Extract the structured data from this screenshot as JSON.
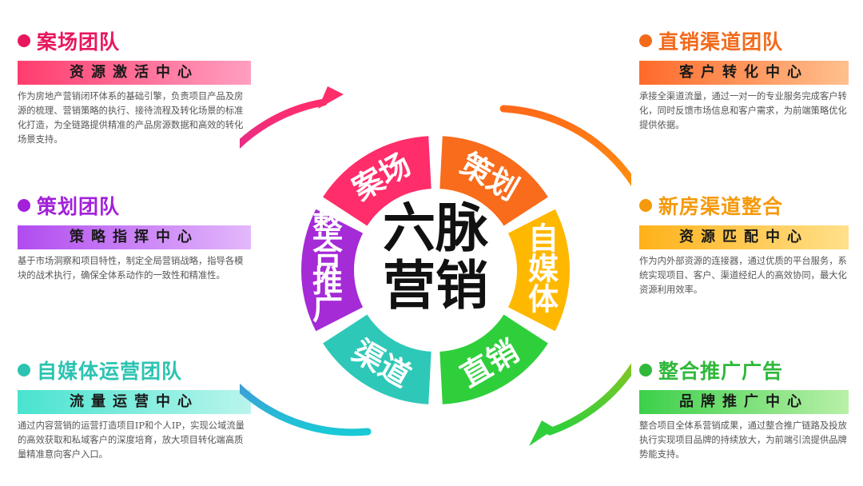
{
  "left_blocks": [
    {
      "title": "案场团队",
      "subtitle": "资源激活中心",
      "color": "#e8175d",
      "dot": "#e8175d",
      "bar": "linear-gradient(90deg,#ff3d6e,#ff9fc0)",
      "desc": "作为房地产营销闭环体系的基础引擎，负责项目产品及房源的梳理、营销策略的执行、接待流程及转化场景的标准化打造，为全链路提供精准的产品房源数据和高效的转化场景支持。"
    },
    {
      "title": "策划团队",
      "subtitle": "策略指挥中心",
      "color": "#a321d9",
      "dot": "#a321d9",
      "bar": "linear-gradient(90deg,#b14cf0,#e3b8fb)",
      "desc": "基于市场洞察和项目特性，制定全局营销战略，指导各模块的战术执行，确保全体系动作的一致性和精准性。"
    },
    {
      "title": "自媒体运营团队",
      "subtitle": "流量运营中心",
      "color": "#2bc3b1",
      "dot": "#2bc3b1",
      "bar": "linear-gradient(90deg,#49e3cf,#b9f5ec)",
      "desc": "通过内容营销的运营打造项目IP和个人IP，实现公域流量的高效获取和私域客户的深度培育，放大项目转化端高质量精准意向客户入口。"
    }
  ],
  "right_blocks": [
    {
      "title": "直销渠道团队",
      "subtitle": "客户转化中心",
      "color": "#f26a1b",
      "dot": "#f26a1b",
      "bar": "linear-gradient(90deg,#ff6a2a,#ffc08e)",
      "desc": "承接全渠道流量，通过一对一的专业服务完成客户转化，同时反馈市场信息和客户需求，为前端策略优化提供依据。"
    },
    {
      "title": "新房渠道整合",
      "subtitle": "资源匹配中心",
      "color": "#f59a0c",
      "dot": "#f59a0c",
      "bar": "linear-gradient(90deg,#ffb21a,#ffe08a)",
      "desc": "作为内外部资源的连接器，通过优质的平台服务，系统实现项目、客户、渠道经纪人的高效协同，最大化资源利用效率。"
    },
    {
      "title": "整合推广广告",
      "subtitle": "品牌推广中心",
      "color": "#2fb83a",
      "dot": "#2fb83a",
      "bar": "linear-gradient(90deg,#3cd04a,#b9f0a8)",
      "desc": "整合项目全体系营销成果，通过整合推广链路及投放执行实现项目品牌的持续放大，为前端引流提供品牌势能支持。"
    }
  ],
  "wheel": {
    "center_line1": "六脉",
    "center_line2": "营销",
    "segments": [
      {
        "label": "案场",
        "color": "#ff2d6a"
      },
      {
        "label": "策划",
        "color": "#f86c1c"
      },
      {
        "label": "自媒体",
        "color": "#ffb800"
      },
      {
        "label": "直销",
        "color": "#2fcf3c"
      },
      {
        "label": "渠道",
        "color": "#2ec8b8"
      },
      {
        "label": "整合推广",
        "color": "#a52bd6"
      }
    ]
  }
}
